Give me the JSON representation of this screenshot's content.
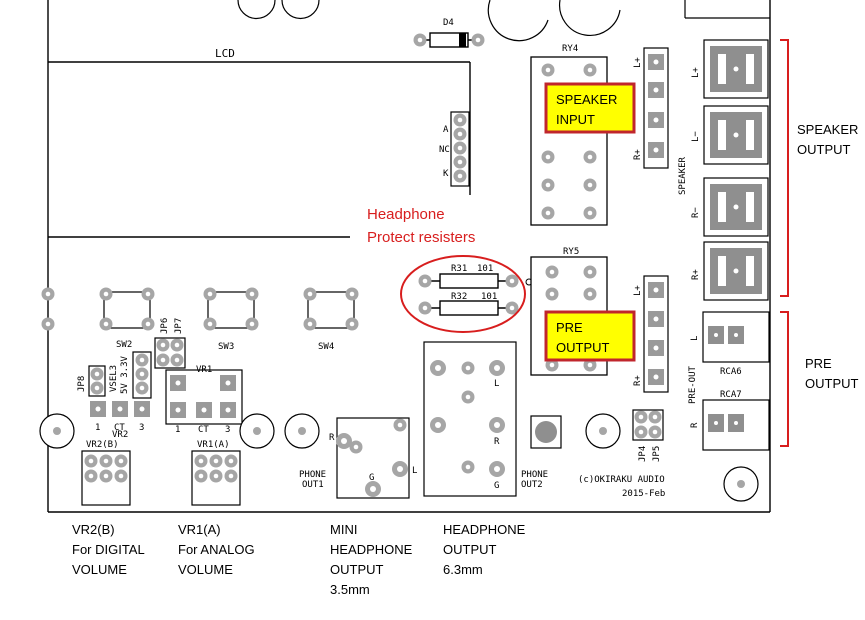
{
  "silkscreen": {
    "lcd": "LCD",
    "d4": "D4",
    "ry4": "RY4",
    "ry5": "RY5",
    "a": "A",
    "nc": "NC",
    "k": "K",
    "l_plus": "L+",
    "l_minus": "L−",
    "r_minus": "R−",
    "r_plus": "R+",
    "speaker": "SPEAKER",
    "pre_out": "PRE-OUT",
    "l": "L",
    "r": "R",
    "g": "G",
    "rca6": "RCA6",
    "rca7": "RCA7",
    "r31": "R31",
    "r32": "R32",
    "val101": "101",
    "sw2": "SW2",
    "sw3": "SW3",
    "sw4": "SW4",
    "jp6": "JP6",
    "jp7": "JP7",
    "jp8": "JP8",
    "jp4": "JP4",
    "jp5": "JP5",
    "vsel": "VSEL3",
    "vsel_opts": "5V 3.3V",
    "vr1": "VR1",
    "vr2": "VR2",
    "vr1a": "VR1(A)",
    "vr2b": "VR2(B)",
    "pin1": "1",
    "pinct": "CT",
    "pin3": "3",
    "phone_out1_a": "PHONE",
    "phone_out1_b": "OUT1",
    "phone_out2_a": "PHONE",
    "phone_out2_b": "OUT2",
    "credit": "(c)OKIRAKU AUDIO",
    "date": "2015-Feb"
  },
  "callouts": {
    "speaker_input": [
      "SPEAKER",
      "INPUT"
    ],
    "pre_output": [
      "PRE",
      "OUTPUT"
    ],
    "headphone_protect": [
      "Headphone",
      "Protect resisters"
    ],
    "speaker_output": [
      "SPEAKER",
      "OUTPUT"
    ],
    "pre_output_right": [
      "PRE",
      "OUTPUT"
    ]
  },
  "captions": {
    "vr2": [
      "VR2(B)",
      "For DIGITAL",
      "VOLUME"
    ],
    "vr1": [
      "VR1(A)",
      "For ANALOG",
      "VOLUME"
    ],
    "mini": [
      "MINI",
      "HEADPHONE",
      "OUTPUT",
      "3.5mm"
    ],
    "headphone": [
      "HEADPHONE",
      "OUTPUT",
      "6.3mm"
    ]
  },
  "colors": {
    "callout_fill": "#ffff00",
    "callout_border": "#c0262c",
    "accent_red": "#d81e1e",
    "pad_gray": "#9a9a9a"
  }
}
